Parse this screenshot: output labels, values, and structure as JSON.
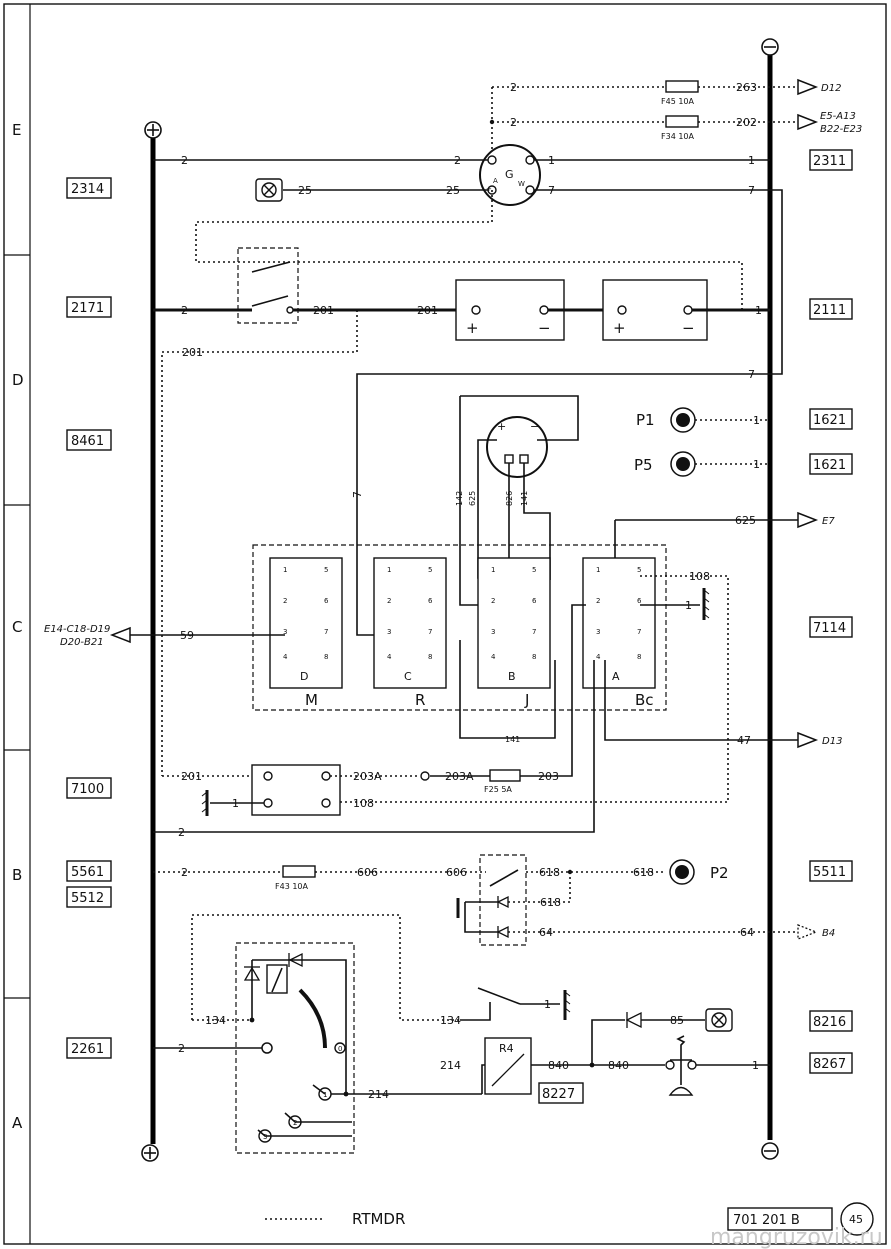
{
  "grid_rows": [
    "E",
    "D",
    "C",
    "B",
    "A"
  ],
  "code_boxes": [
    "2314",
    "2171",
    "8461",
    "7100",
    "5561",
    "5512",
    "2261",
    "2311",
    "2111",
    "1621",
    "1621",
    "7114",
    "5511",
    "8216",
    "8267",
    "8227"
  ],
  "terminals": {
    "positive": "+",
    "negative": "−"
  },
  "wire_numbers": {
    "w2": "2",
    "w1": "1",
    "w7": "7",
    "w25": "25",
    "w201": "201",
    "w263": "263",
    "w202": "202",
    "w59": "59",
    "w625": "625",
    "w108": "108",
    "w141": "141",
    "w142": "142",
    "w826": "826",
    "w47": "47",
    "w203a": "203A",
    "w203": "203",
    "w606": "606",
    "w618": "618",
    "w64": "64",
    "w134": "134",
    "w214": "214",
    "w840": "840",
    "w85": "85"
  },
  "fuses": {
    "f45": "F45 10A",
    "f34": "F34 10A",
    "f25": "F25 5A",
    "f43": "F43 10A"
  },
  "destinations": {
    "d12": "D12",
    "e5": "E5-A13",
    "e5b": "B22-E23",
    "e7": "E7",
    "d13": "D13",
    "e14": "E14-C18-D19",
    "e14b": "D20-B21",
    "b4": "B4"
  },
  "ignition_switch": {
    "g": "G",
    "a": "A",
    "w": "W"
  },
  "connectors": [
    {
      "letter": "D",
      "name": "M",
      "pins": [
        "1",
        "2",
        "3",
        "4",
        "5",
        "6",
        "7",
        "8"
      ]
    },
    {
      "letter": "C",
      "name": "R",
      "pins": [
        "1",
        "2",
        "3",
        "4",
        "5",
        "6",
        "7",
        "8"
      ]
    },
    {
      "letter": "B",
      "name": "J",
      "pins": [
        "1",
        "2",
        "3",
        "4",
        "5",
        "6",
        "7",
        "8"
      ]
    },
    {
      "letter": "A",
      "name": "Bc",
      "pins": [
        "1",
        "2",
        "3",
        "4",
        "5",
        "6",
        "7",
        "8"
      ]
    }
  ],
  "connector_heading": "M",
  "pressure_labels": {
    "p1": "P1",
    "p5": "P5",
    "p2": "P2"
  },
  "relay_label": "R4",
  "gauge_pins": {
    "p0": "0",
    "p1": "1",
    "p2": "2",
    "p3": "3"
  },
  "legend": {
    "text": "RTMDR"
  },
  "footer": {
    "ref": "701 201 B",
    "page": "45",
    "watermark": "mangruzovik.ru"
  }
}
